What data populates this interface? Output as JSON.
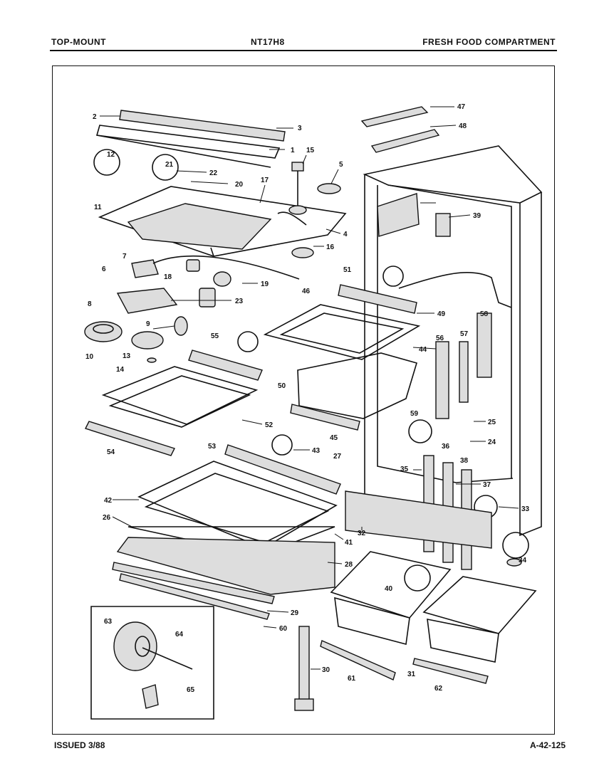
{
  "header": {
    "left": "TOP-MOUNT",
    "center": "NT17H8",
    "right": "FRESH FOOD COMPARTMENT"
  },
  "footer": {
    "left": "ISSUED 3/88",
    "right": "A-42-125"
  },
  "callouts": [
    "1",
    "2",
    "3",
    "4",
    "5",
    "6",
    "7",
    "8",
    "9",
    "10",
    "11",
    "12",
    "13",
    "14",
    "15",
    "16",
    "17",
    "18",
    "19",
    "20",
    "21",
    "22",
    "23",
    "24",
    "25",
    "26",
    "27",
    "28",
    "29",
    "30",
    "31",
    "32",
    "33",
    "34",
    "35",
    "36",
    "37",
    "38",
    "39",
    "40",
    "41",
    "42",
    "43",
    "44",
    "45",
    "46",
    "47",
    "48",
    "49",
    "50",
    "51",
    "52",
    "53",
    "54",
    "55",
    "56",
    "57",
    "58",
    "59",
    "60",
    "61",
    "62",
    "63",
    "64",
    "65"
  ]
}
